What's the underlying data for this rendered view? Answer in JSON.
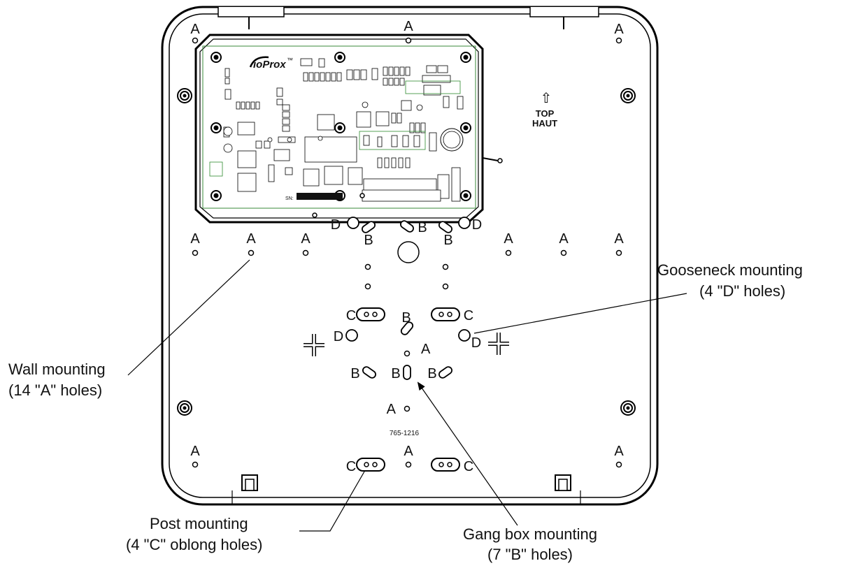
{
  "pcb": {
    "brand": "ioProx",
    "brand_tm": "™",
    "sn_label": "SN:"
  },
  "top_marker": {
    "arrow": "⇧",
    "line1": "TOP",
    "line2": "HAUT"
  },
  "part_number": "765-1216",
  "hole_letters": {
    "a": "A",
    "b": "B",
    "c": "C",
    "d": "D"
  },
  "callouts": {
    "wall": {
      "line1": "Wall mounting",
      "line2": "(14 \"A\" holes)"
    },
    "gooseneck": {
      "line1": "Gooseneck mounting",
      "line2": "(4 \"D\" holes)"
    },
    "post": {
      "line1": "Post mounting",
      "line2": "(4 \"C\" oblong holes)"
    },
    "gang": {
      "line1": "Gang box mounting",
      "line2": "(7 \"B\" holes)"
    }
  }
}
